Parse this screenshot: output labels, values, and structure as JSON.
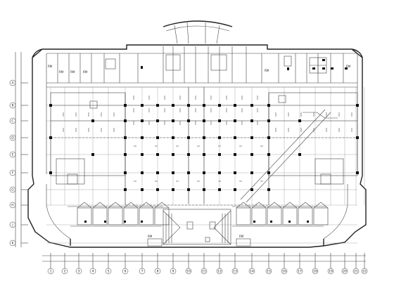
{
  "drawing": {
    "type": "architectural-floor-plan",
    "annotations": [
      "RM",
      "RM",
      "RM",
      "RM",
      "RM",
      "RM",
      "RM",
      "RM"
    ]
  },
  "axes": {
    "columns_bottom": [
      "1",
      "2",
      "3",
      "4",
      "5",
      "6",
      "7",
      "8",
      "9",
      "10",
      "11",
      "12",
      "13",
      "14",
      "15",
      "16",
      "17",
      "18",
      "19",
      "20",
      "21",
      "22"
    ],
    "rows_left": [
      "A",
      "B",
      "C",
      "D",
      "E",
      "F",
      "G",
      "H",
      "J",
      "K"
    ]
  },
  "colors": {
    "line": "#222222",
    "background": "#ffffff"
  }
}
